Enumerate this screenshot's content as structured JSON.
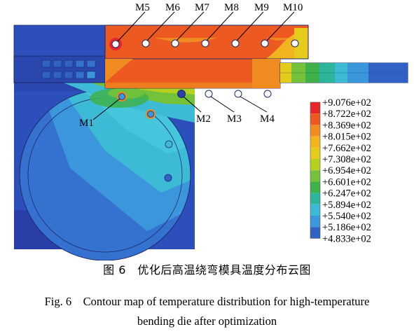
{
  "markers": {
    "top": [
      "M5",
      "M6",
      "M7",
      "M8",
      "M9",
      "M10"
    ],
    "m1": "M1",
    "m2": "M2",
    "m3": "M3",
    "m4": "M4"
  },
  "legend": {
    "values": [
      "+9.076e+02",
      "+8.722e+02",
      "+8.369e+02",
      "+8.015e+02",
      "+7.662e+02",
      "+7.308e+02",
      "+6.954e+02",
      "+6.601e+02",
      "+6.247e+02",
      "+5.894e+02",
      "+5.540e+02",
      "+5.186e+02",
      "+4.833e+02"
    ],
    "colors": [
      "#e8262a",
      "#ec5a22",
      "#ef8b20",
      "#f2b41e",
      "#e5cc1c",
      "#b6d020",
      "#74c23a",
      "#3fb14a",
      "#2cb59a",
      "#3dbbd6",
      "#3c96dc",
      "#2f62c4",
      "#2a3ea8"
    ]
  },
  "caption": {
    "cn": "图 6　优化后高温绕弯模具温度分布云图",
    "en_line1": "Fig. 6　Contour map of temperature distribution for high-temperature",
    "en_line2": "bending die after optimization"
  }
}
